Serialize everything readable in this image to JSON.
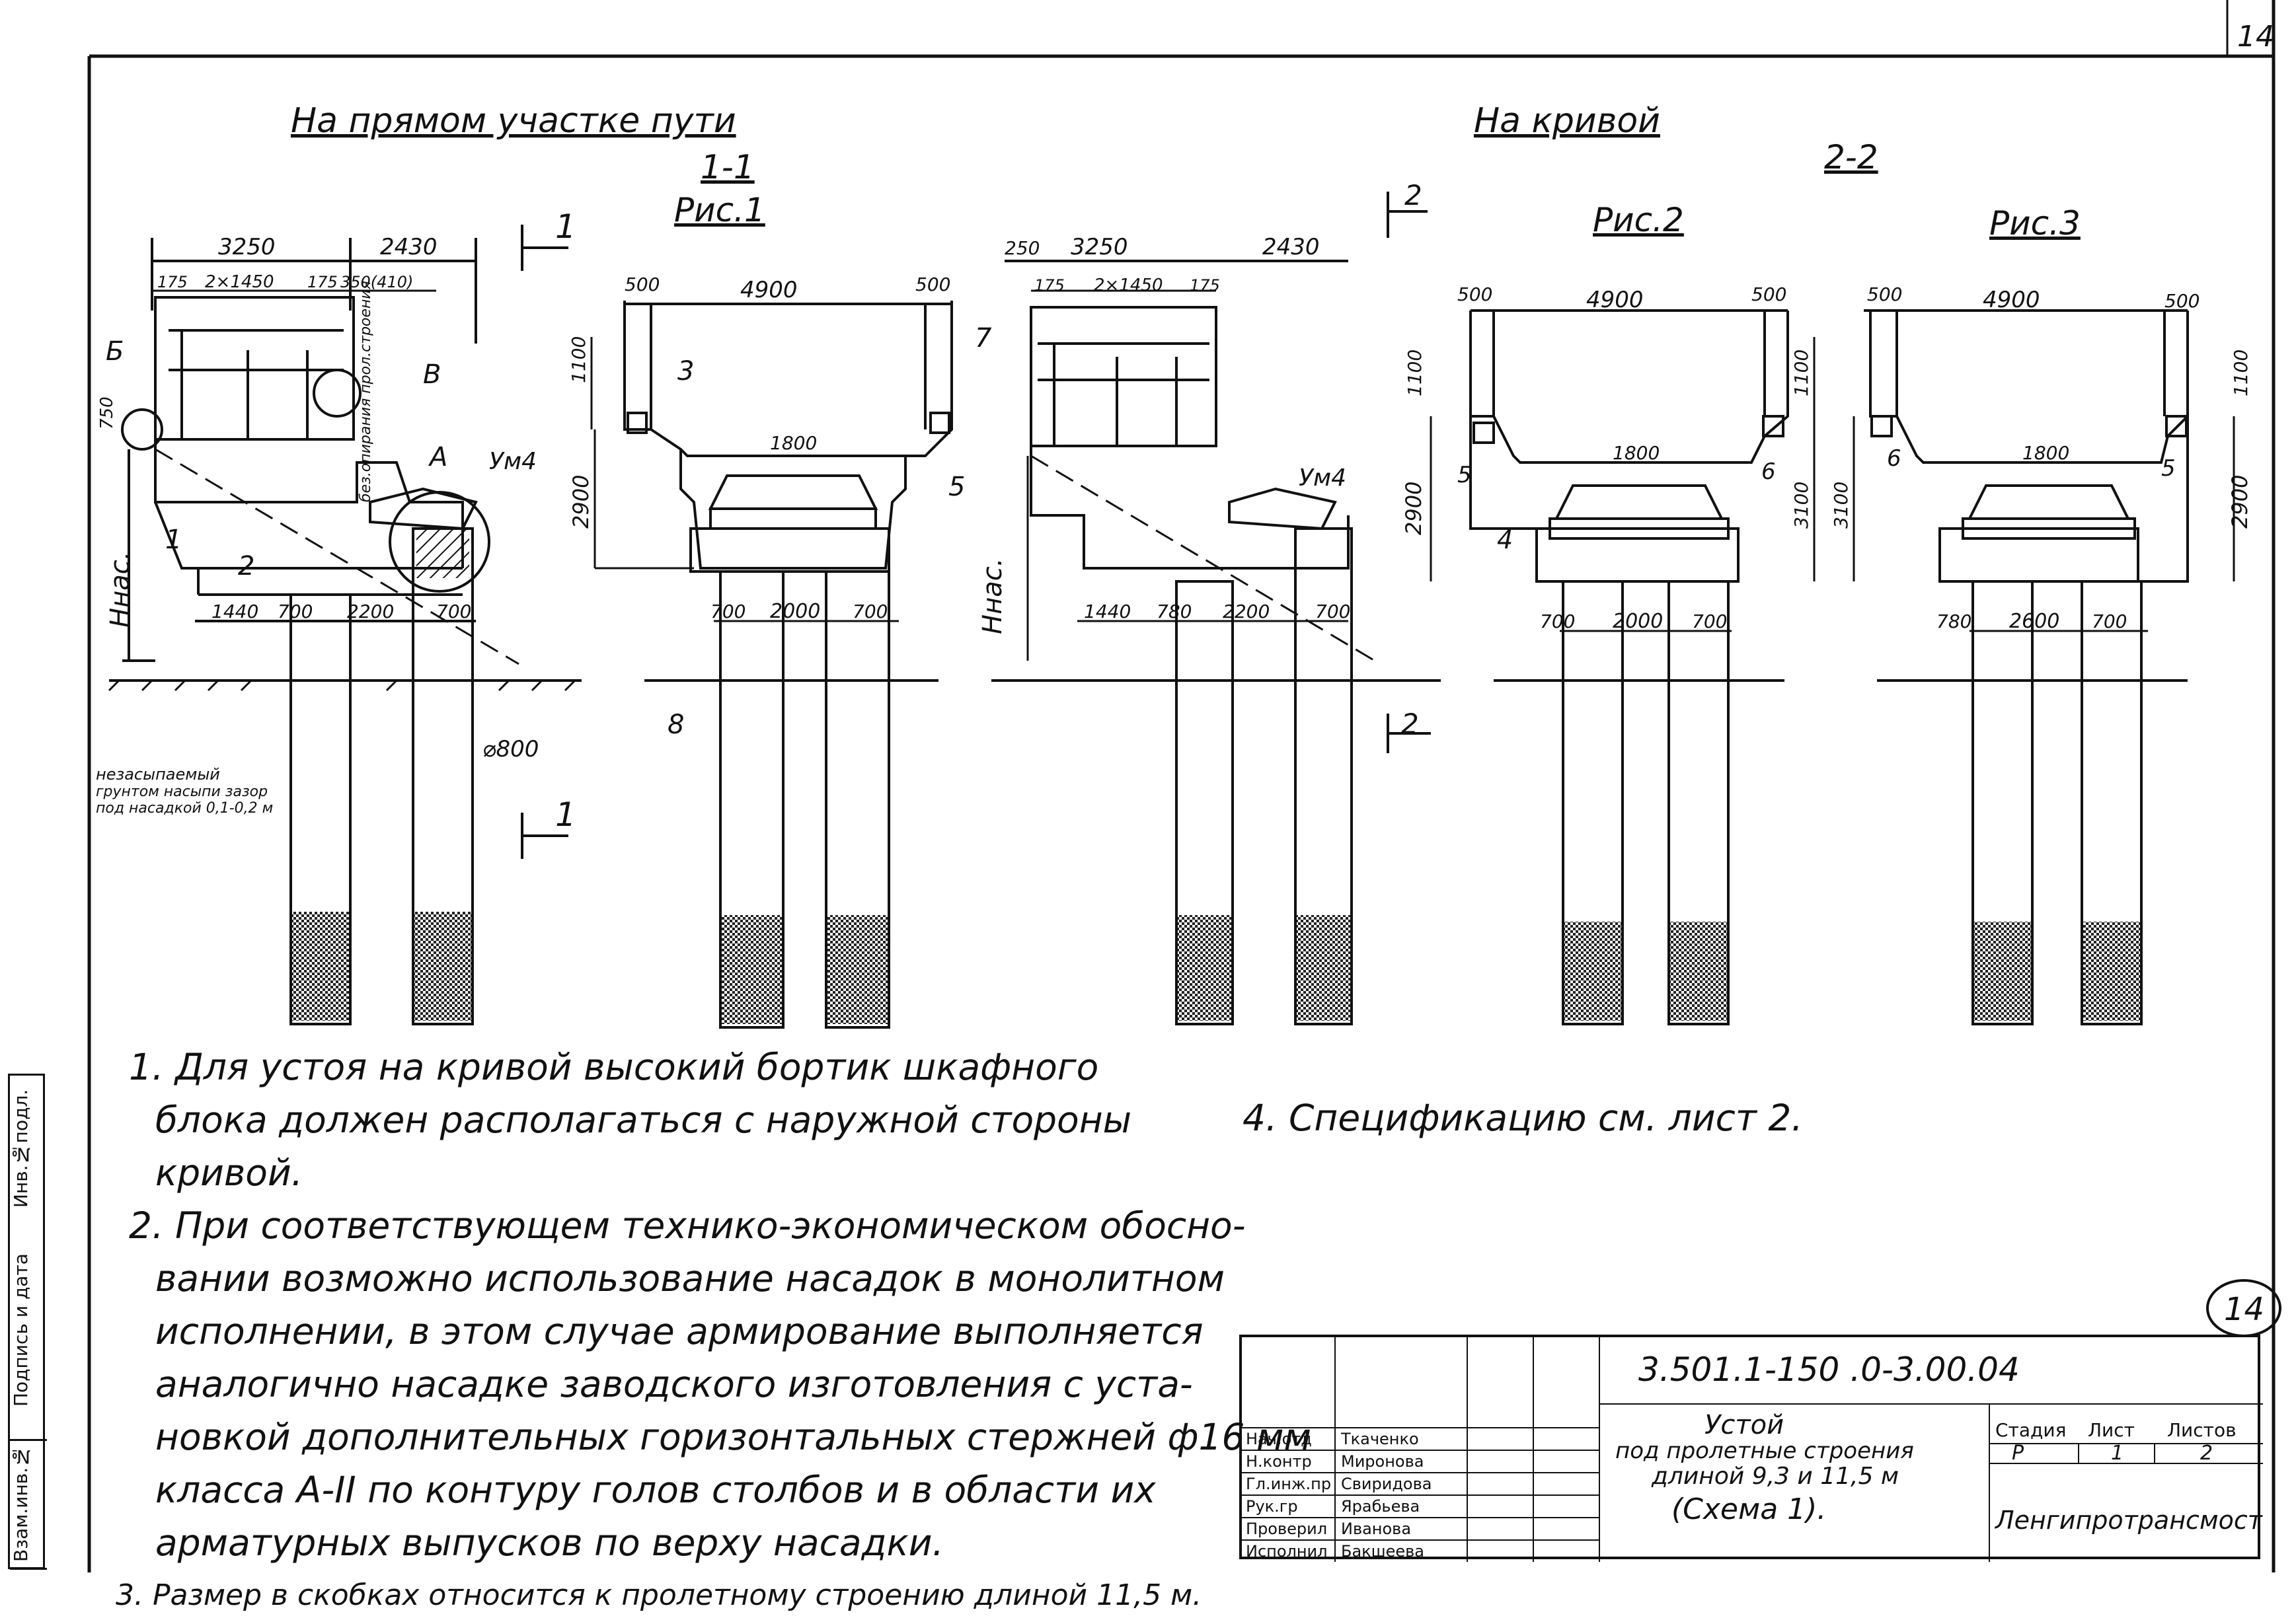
{
  "page_number": "14",
  "sheet_circle_number": "14",
  "headers": {
    "straight": "На прямом участке пути",
    "curve": "На кривой",
    "section_1": "1-1",
    "section_2": "2-2",
    "fig1": "Рис.1",
    "fig2": "Рис.2",
    "fig3": "Рис.3"
  },
  "section_marks": {
    "m1": "1",
    "m2": "2"
  },
  "labels": {
    "B_left": "Б",
    "V": "В",
    "A": "А",
    "um4": "Ум4",
    "h_nas": "Ннас.",
    "d800": "⌀800",
    "backfill": [
      "незасыпаемый",
      "грунтом насыпи зазор",
      "под насадкой 0,1-0,2 м"
    ],
    "span_support": "без.опирания прол.строения",
    "callouts": [
      "1",
      "2",
      "3",
      "4",
      "5",
      "6",
      "7",
      "8"
    ]
  },
  "dims": {
    "d3250": "3250",
    "d2430": "2430",
    "d175": "175",
    "d2x1450": "2×1450",
    "d350": "350(410)",
    "d750": "750",
    "d1440": "1440",
    "d700": "700",
    "d2200": "2200",
    "d500": "500",
    "d4900": "4900",
    "d1100": "1100",
    "d2900": "2900",
    "d1800": "1800",
    "d2000": "2000",
    "d250": "250",
    "d780": "780",
    "d3100": "3100",
    "d2600": "2600"
  },
  "notes": [
    "1. Для устоя на кривой высокий бортик шкафного",
    "блока должен располагаться с наружной стороны",
    "кривой.",
    "2. При соответствующем технико-экономическом обосно-",
    "вании возможно использование насадок в монолитном",
    "исполнении, в этом случае армирование выполняется",
    "аналогично насадке заводского изготовления с уста-",
    "новкой дополнительных горизонтальных стержней ф16 мм",
    "класса А-II по контуру голов столбов и в области их",
    "арматурных выпусков по верху насадки.",
    "3. Размер в скобках относится к пролетному строению длиной 11,5 м."
  ],
  "note4": "4. Спецификацию см. лист 2.",
  "title_block": {
    "code": "3.501.1-150 .0-3.00.04",
    "title_lines": [
      "Устой",
      "под пролетные строения",
      "длиной 9,3 и 11,5 м",
      "(Схема 1)."
    ],
    "stage_header": "Стадия",
    "sheet_header": "Лист",
    "sheets_header": "Листов",
    "stage": "Р",
    "sheet": "1",
    "sheets": "2",
    "org": "Ленгипротрансмост",
    "people": [
      {
        "role": "Нач.отд",
        "name": "Ткаченко"
      },
      {
        "role": "Н.контр",
        "name": "Миронова"
      },
      {
        "role": "Гл.инж.пр",
        "name": "Свиридова"
      },
      {
        "role": "Рук.гр",
        "name": "Ярабьева"
      },
      {
        "role": "Проверил",
        "name": "Иванова"
      },
      {
        "role": "Исполнил",
        "name": "Бакшеева"
      }
    ]
  },
  "sidebar": [
    "Инв.№подл.",
    "Подпись и дата",
    "Взам.инв.№"
  ]
}
